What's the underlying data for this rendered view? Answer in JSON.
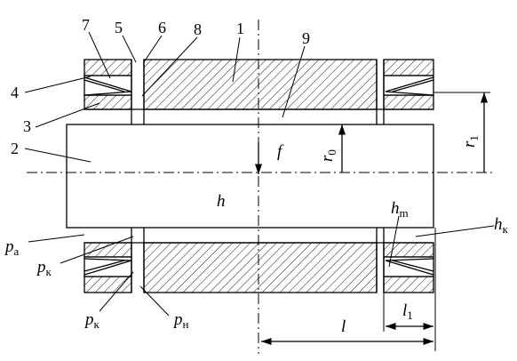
{
  "labels": {
    "n1": "1",
    "n2": "2",
    "n3": "3",
    "n4": "4",
    "n5": "5",
    "n6": "6",
    "n7": "7",
    "n8": "8",
    "n9": "9",
    "f": "f",
    "h": "h",
    "h_m_base": "h",
    "h_m_sub": "m",
    "h_k_base": "h",
    "h_k_sub": "к",
    "r0_base": "r",
    "r0_sub": "0",
    "r1_base": "r",
    "r1_sub": "1",
    "pa_base": "p",
    "pa_sub": "a",
    "pk1_base": "p",
    "pk1_sub": "к",
    "pk2_base": "p",
    "pk2_sub": "к",
    "pn_base": "p",
    "pn_sub": "н",
    "l": "l",
    "l1_base": "l",
    "l1_sub": "1"
  }
}
